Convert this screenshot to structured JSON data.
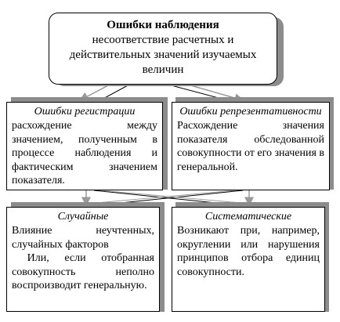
{
  "top": {
    "title": "Ошибки наблюдения",
    "description": "несоответствие расчетных и действительных значений изучаемых величин"
  },
  "registration": {
    "title": "Ошибки регистрации",
    "text": "расхождение между значением, полученным в процессе наблюдения и фактическим значением показателя."
  },
  "representativeness": {
    "title": "Ошибки репрезентативности",
    "text": "Расхождение значения показателя обследованной совокупности от его значения в генеральной."
  },
  "random": {
    "title": "Случайные",
    "text": "Влияние неучтенных, случайных факторов",
    "text2": " Или, если отобранная совокупность неполно воспроизводит генеральную."
  },
  "systematic": {
    "title": "Систематические",
    "text": "Возникают при, например, округлении или нарушения принципов отбора единиц совокупности."
  },
  "colors": {
    "shadow": "#8c8c8c",
    "border": "#000000",
    "arrow": "#9a9a9a"
  }
}
